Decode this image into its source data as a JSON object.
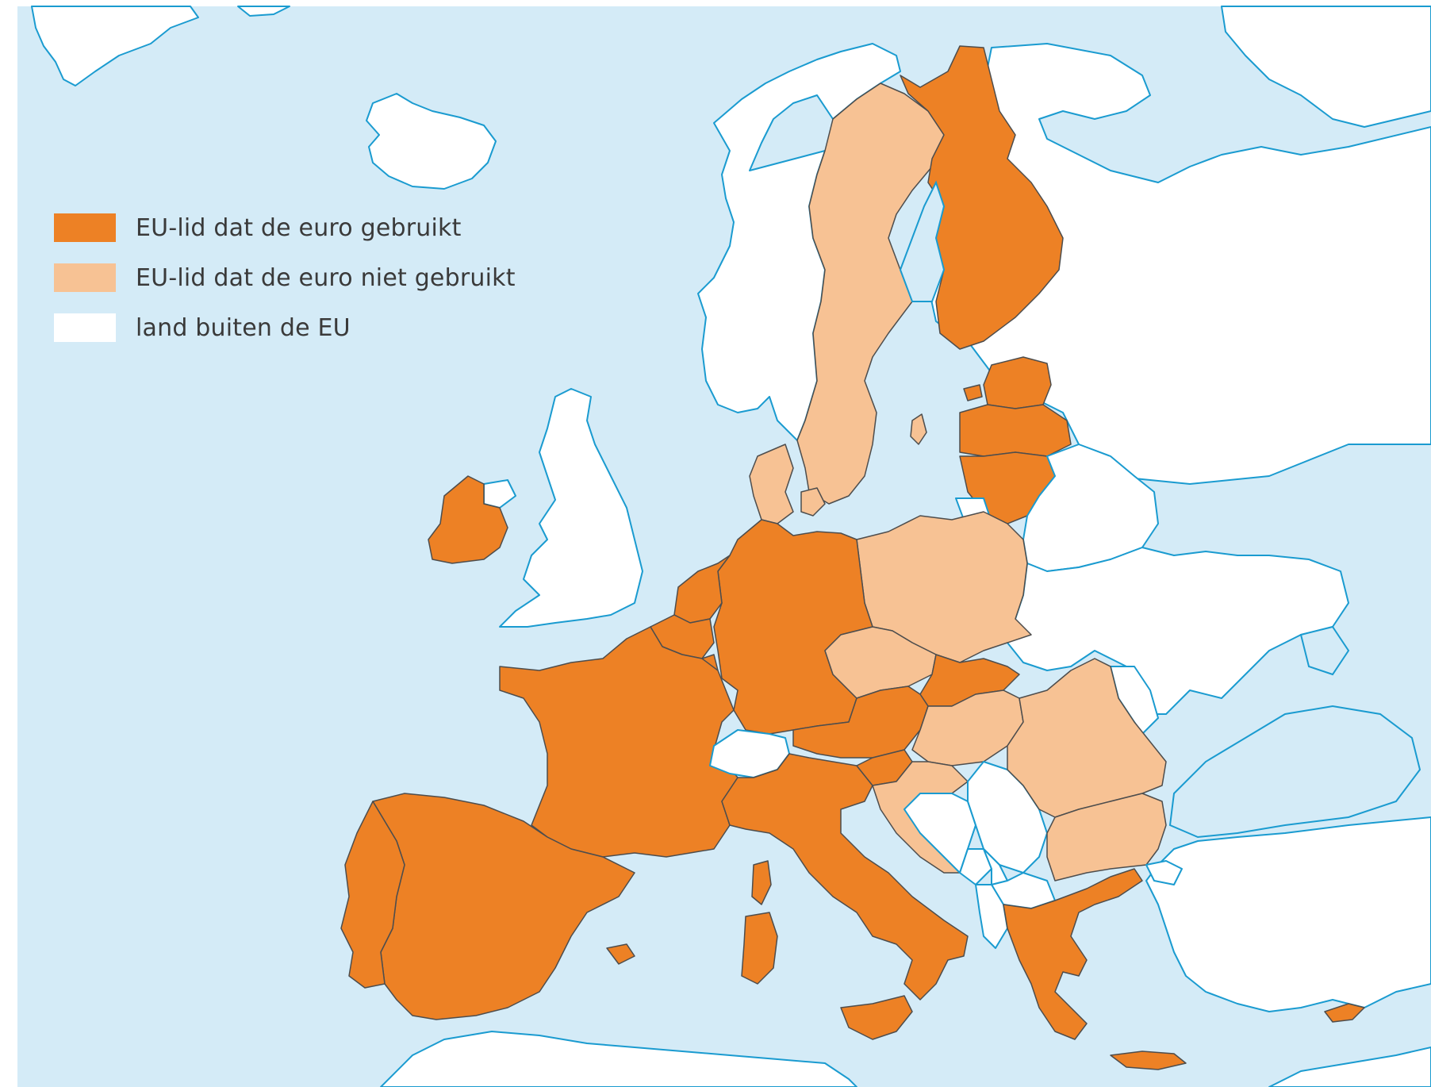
{
  "colors": {
    "sea": "#d4ebf7",
    "coast": "#1a9bd0",
    "border": "#4d4d4d",
    "euro_member": "#ed8125",
    "non_euro_member": "#f7c294",
    "non_eu": "#ffffff"
  },
  "legend": [
    {
      "label": "EU-lid dat de euro gebruikt",
      "color_key": "euro_member"
    },
    {
      "label": "EU-lid dat de euro niet gebruikt",
      "color_key": "non_euro_member"
    },
    {
      "label": "land buiten de EU",
      "color_key": "non_eu"
    }
  ]
}
